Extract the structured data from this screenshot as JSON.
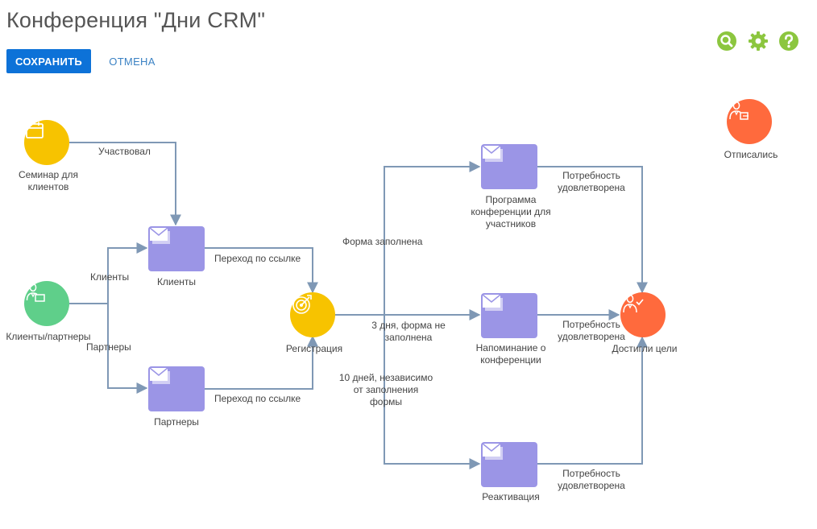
{
  "header": {
    "title": "Конференция \"Дни CRM\"",
    "save_label": "СОХРАНИТЬ",
    "cancel_label": "ОТМЕНА"
  },
  "toolbar_icons": [
    "search-icon",
    "gear-icon",
    "help-icon"
  ],
  "colors": {
    "accent": "#0d72d8",
    "event_node": "#f7c300",
    "audience_node": "#5fcf8a",
    "email_node": "#9b95e6",
    "goal_node": "#ff6a3d",
    "toolbar_icon": "#8cc63f",
    "connector": "#7f98b5"
  },
  "nodes": {
    "seminar": {
      "label": "Семинар для\nклиентов",
      "icon": "calendar-icon"
    },
    "audience": {
      "label": "Клиенты/партнеры",
      "icon": "contacts-icon"
    },
    "clients_email": {
      "label": "Клиенты",
      "icon": "email-icon"
    },
    "partners_email": {
      "label": "Партнеры",
      "icon": "email-icon"
    },
    "registration": {
      "label": "Регистрация",
      "icon": "target-icon"
    },
    "program_email": {
      "label": "Программа\nконференции для\nучастников",
      "icon": "email-icon"
    },
    "reminder_email": {
      "label": "Напоминание о\nконференции",
      "icon": "email-icon"
    },
    "reactivation_email": {
      "label": "Реактивация",
      "icon": "email-icon"
    },
    "goal": {
      "label": "Достигли цели",
      "icon": "contact-check-icon"
    },
    "unsubscribed": {
      "label": "Отписались",
      "icon": "contact-exit-icon"
    }
  },
  "edges": {
    "attended": "Участвовал",
    "clients": "Клиенты",
    "partners": "Партнеры",
    "clients_link": "Переход по ссылке",
    "partners_link": "Переход по ссылке",
    "form_filled": "Форма заполнена",
    "three_days": "3 дня, форма не\nзаполнена",
    "ten_days": "10 дней, независимо\nот заполнения\nформы",
    "need_met_1": "Потребность\nудовлетворена",
    "need_met_2": "Потребность\nудовлетворена",
    "need_met_3": "Потребность\nудовлетворена"
  }
}
